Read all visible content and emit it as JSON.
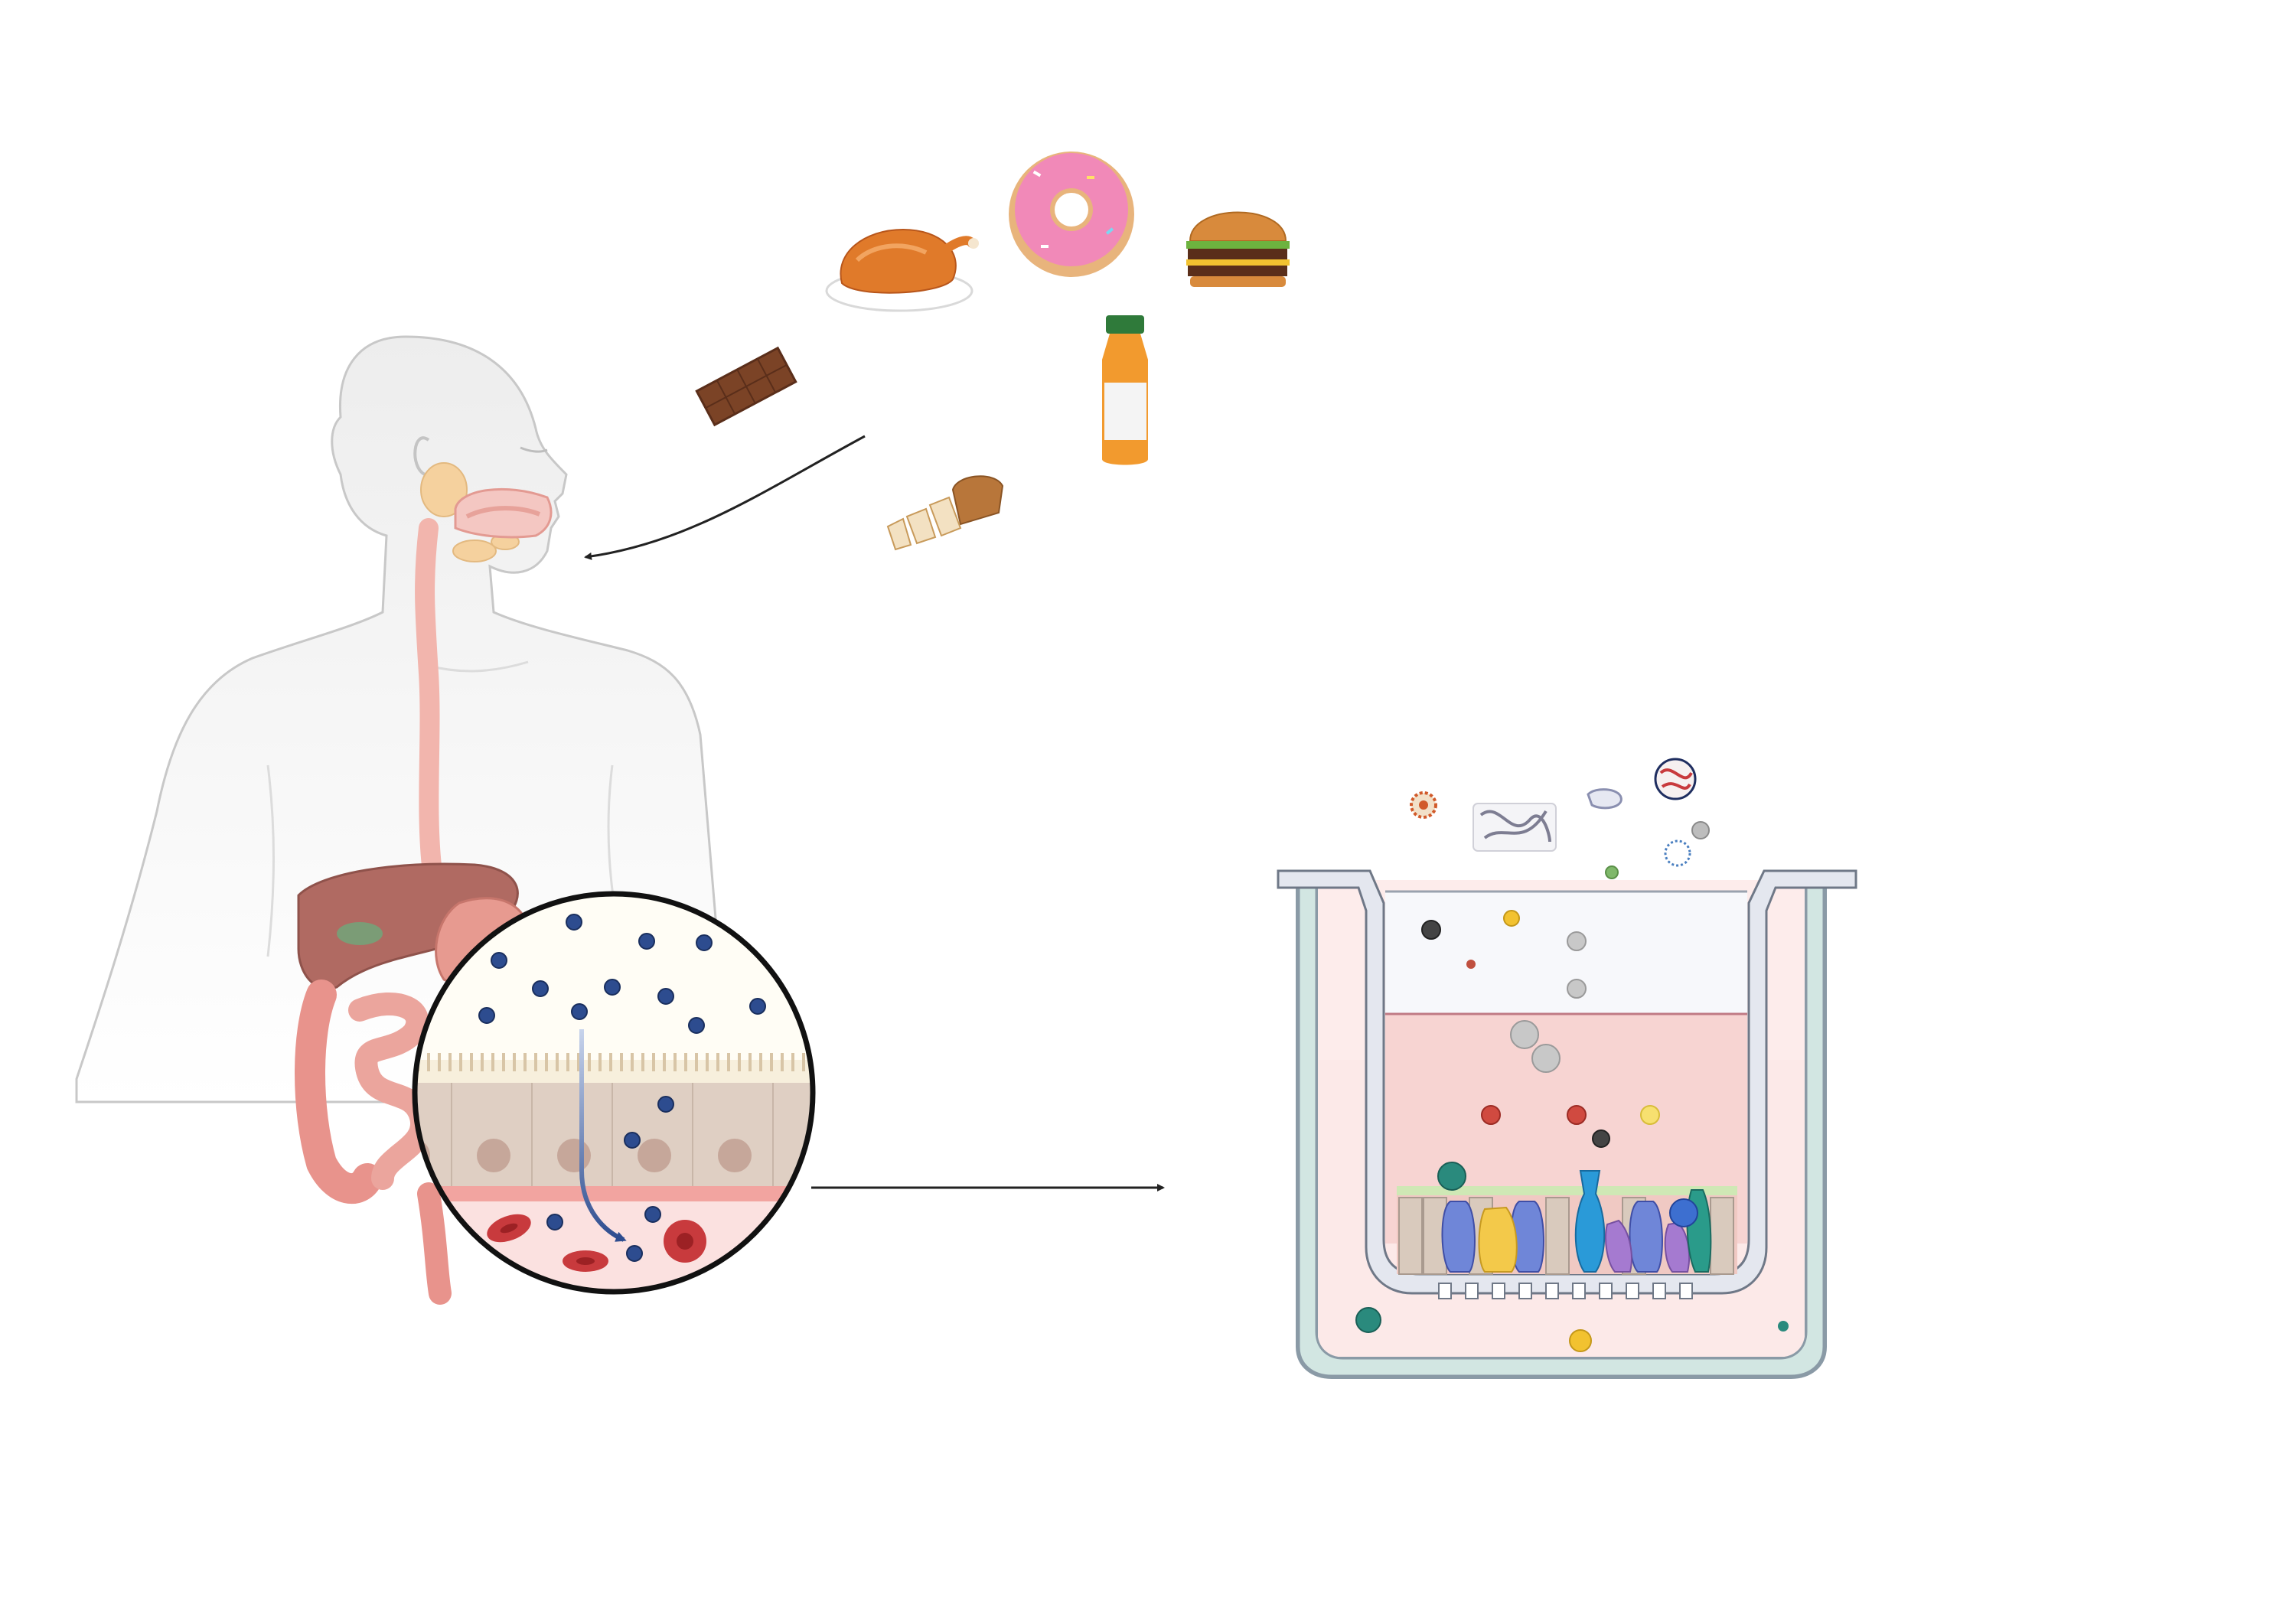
{
  "figure": {
    "panels": [
      "human-digestion",
      "intestinal-epithelium-magnification",
      "transwell-gut-model"
    ],
    "labels": []
  },
  "colors": {
    "body_silhouette": "#efefef",
    "body_outline": "#c8c8c8",
    "esophagus": "#f2b5ad",
    "liver": "#b06a62",
    "intestine": "#e8938c",
    "blue_particle": "#2d4c8f",
    "red_blood_cell": "#c83a3d",
    "epithelium": "#dfcfc3",
    "well_outline": "#8a9aa6",
    "well_wall": "#d2e6e2",
    "insert_medium": "#f7d4d2",
    "basal_medium": "#fce9e8",
    "arrow": "#222222"
  },
  "icons": [
    "roast-chicken-icon",
    "donut-icon",
    "burger-icon",
    "chocolate-bar-icon",
    "juice-bottle-icon",
    "bread-loaf-icon"
  ]
}
